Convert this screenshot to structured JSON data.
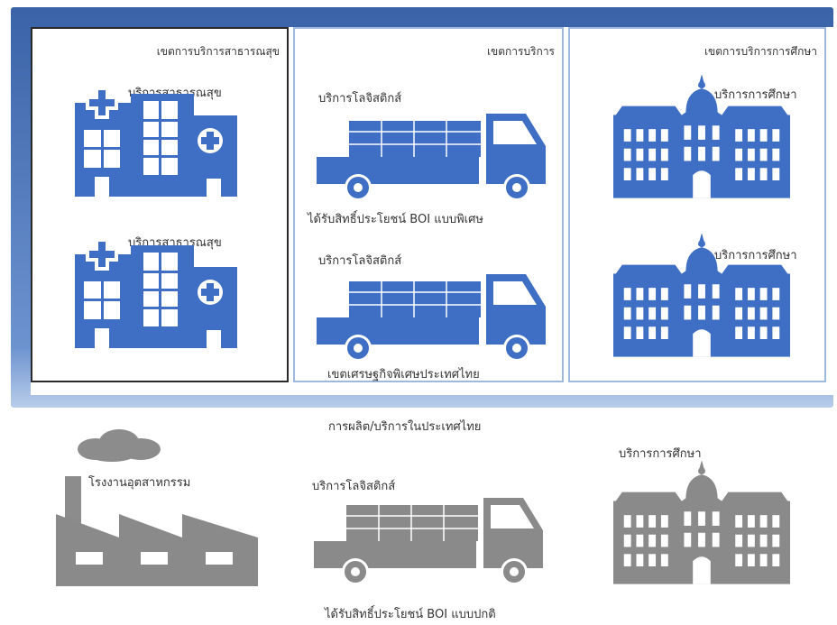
{
  "zones": {
    "health": {
      "title": "เขตการบริการสาธารณสุข",
      "item_label": "บริการสาธารณสุข"
    },
    "service": {
      "title": "เขตการบริการ",
      "item_label": "บริการโลจิสติกส์",
      "boi_special": "ได้รับสิทธิ์ประโยชน์ BOI แบบพิเศษ",
      "sez_label": "เขตเศรษฐกิจพิเศษประเทศไทย"
    },
    "education": {
      "title": "เขตการบริการการศึกษา",
      "item_label": "บริการการศึกษา"
    }
  },
  "domestic": {
    "title": "การผลิต/บริการในประเทศไทย",
    "factory_label": "โรงงานอุตสาหกรรม",
    "logistics_label": "บริการโลจิสติกส์",
    "education_label": "บริการการศึกษา",
    "boi_normal": "ได้รับสิทธิ์ประโยชน์ BOI แบบปกติ"
  },
  "colors": {
    "blue_icon": "#3f6fc4",
    "gray_icon": "#8a8a8a",
    "frame": "#4a74bb"
  },
  "icons": [
    "hospital-icon",
    "truck-icon",
    "school-building-icon",
    "factory-icon",
    "smoke-cloud-icon"
  ]
}
